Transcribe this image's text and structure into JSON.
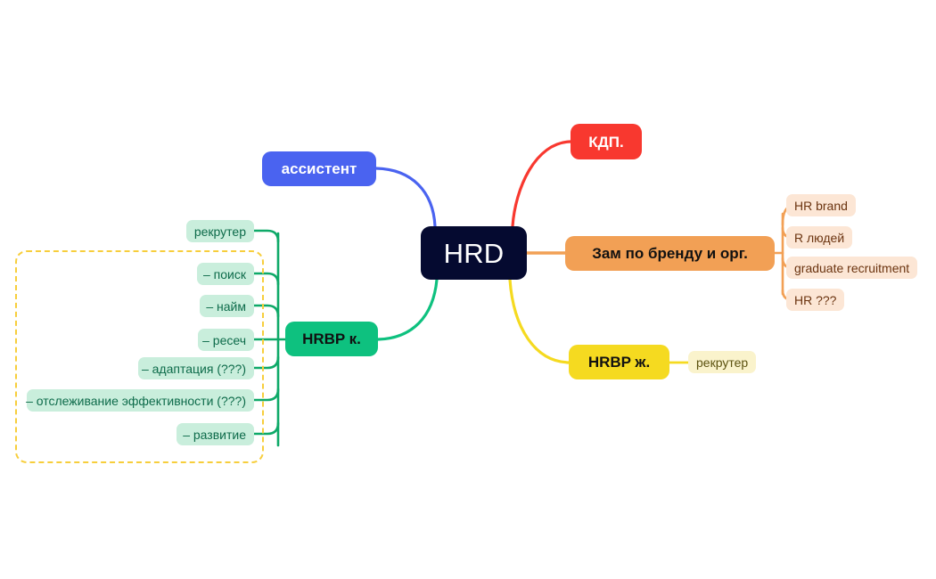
{
  "diagram": {
    "type": "mindmap",
    "center": {
      "label": "HRD",
      "color": "#050a30"
    },
    "branches": [
      {
        "id": "assistant",
        "label": "ассистент",
        "color": "#4a63f0",
        "side": "left"
      },
      {
        "id": "kdp",
        "label": "КДП.",
        "color": "#f8382f",
        "side": "right"
      },
      {
        "id": "zam",
        "label": "Зам по бренду и орг.",
        "color": "#f2a055",
        "side": "right",
        "children": [
          {
            "label": "HR brand"
          },
          {
            "label": "R людей"
          },
          {
            "label": "graduate recruitment"
          },
          {
            "label": "HR ???"
          }
        ]
      },
      {
        "id": "hrbp_zh",
        "label": "HRBP ж.",
        "color": "#f5da20",
        "side": "right",
        "children": [
          {
            "label": "рекрутер"
          }
        ]
      },
      {
        "id": "hrbp_k",
        "label": "HRBP к.",
        "color": "#0ec17f",
        "side": "left",
        "children": [
          {
            "label": "рекрутер"
          },
          {
            "label": "– поиск"
          },
          {
            "label": "– найм"
          },
          {
            "label": "– ресеч"
          },
          {
            "label": "– адаптация (???)"
          },
          {
            "label": "– отслеживание эффективности (???)"
          },
          {
            "label": "– развитие"
          }
        ]
      }
    ],
    "annotation_frame": {
      "color": "#f7ce3c",
      "style": "dashed"
    }
  }
}
